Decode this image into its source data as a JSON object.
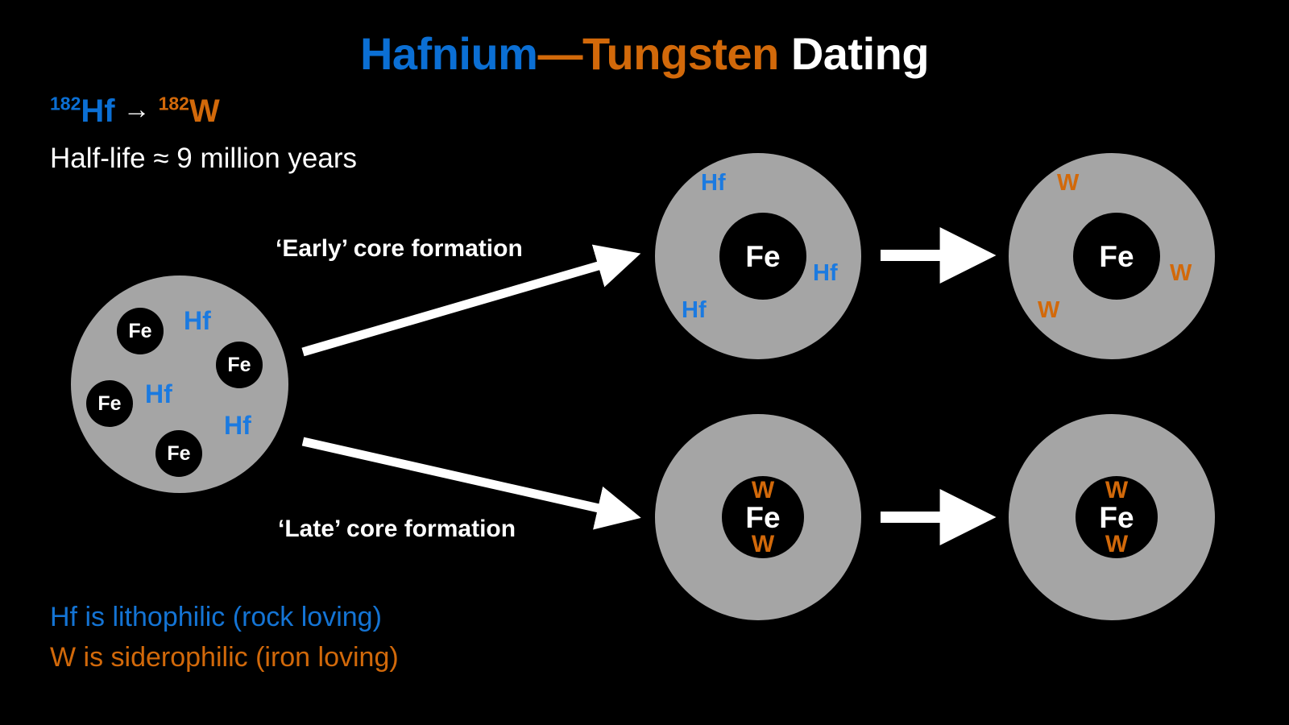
{
  "title": {
    "part_hafnium": "Hafnium",
    "part_tungsten": "—Tungsten",
    "part_dating": " Dating"
  },
  "decay": {
    "parent_mass": "182",
    "parent_symbol": "Hf",
    "arrow": "→",
    "daughter_mass": "182",
    "daughter_symbol": "W",
    "halflife": "Half-life ≈ 9 million years"
  },
  "footer": {
    "hf_note": "Hf is lithophilic (rock loving)",
    "w_note": "W is siderophilic (iron loving)"
  },
  "steps": {
    "early": "‘Early’ core formation",
    "late": "‘Late’ core formation"
  },
  "labels": {
    "fe": "Fe",
    "hf": "Hf",
    "w": "W"
  },
  "bodies": {
    "undifferentiated": {
      "fe_blobs": [
        "Fe",
        "Fe",
        "Fe",
        "Fe"
      ],
      "hf_labels": [
        "Hf",
        "Hf",
        "Hf"
      ]
    },
    "early_before": {
      "core": "Fe",
      "mantle_labels": [
        "Hf",
        "Hf",
        "Hf"
      ]
    },
    "early_after": {
      "core": "Fe",
      "mantle_labels": [
        "W",
        "W",
        "W"
      ]
    },
    "late_before": {
      "core": "Fe",
      "core_labels": [
        "W",
        "W"
      ]
    },
    "late_after": {
      "core": "Fe",
      "core_labels": [
        "W",
        "W"
      ]
    }
  },
  "colors": {
    "background": "#000000",
    "hafnium_blue": "#1b7ae0",
    "tungsten_orange": "#d2690a",
    "mantle_gray": "#a5a5a5",
    "core_black": "#000000",
    "text_white": "#ffffff"
  }
}
